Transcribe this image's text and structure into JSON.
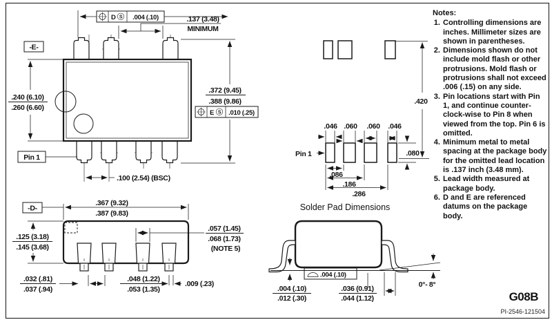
{
  "footer": {
    "package_code": "G08B",
    "doc_number": "PI-2546-121504"
  },
  "colors": {
    "line": "#1a1a1a",
    "background": "#ffffff"
  },
  "top_view": {
    "datum_e_label": "-E-",
    "pin1_label": "Pin 1",
    "fcf_d": {
      "datum": "D",
      "modifier": "S",
      "tolerance": ".004 (.10)"
    },
    "fcf_e": {
      "datum": "E",
      "modifier": "S",
      "tolerance": ".010 (.25)"
    },
    "dim_min_gap": {
      "value": ".137 (3.48)",
      "qualifier": "MINIMUM"
    },
    "dim_body_height": {
      "min": ".240 (6.10)",
      "max": ".260 (6.60)"
    },
    "dim_overall_width": {
      "min": ".372 (9.45)",
      "max": ".388 (9.86)"
    },
    "dim_lead_pitch": ".100 (2.54) (BSC)"
  },
  "side_view": {
    "datum_d_label": "-D-",
    "dim_body_length": {
      "min": ".367 (9.32)",
      "max": ".387 (9.83)"
    },
    "dim_body_height": {
      "min": ".125 (3.18)",
      "max": ".145 (3.68)"
    },
    "dim_lead_width": {
      "min": ".057 (1.45)",
      "max": ".068 (1.73)",
      "note": "(NOTE 5)"
    },
    "dim_foot_width": {
      "min": ".032 (.81)",
      "max": ".037 (.94)"
    },
    "dim_lead_gap": {
      "min": ".048 (1.22)",
      "max": ".053 (1.35)"
    },
    "dim_lead_thickness": ".009 (.23)"
  },
  "solder_pad_view": {
    "title": "Solder Pad Dimensions",
    "pin1_label": "Pin 1",
    "pad_widths": [
      ".046",
      ".060",
      ".060",
      ".046"
    ],
    "dim_pattern_height": ".420",
    "dim_pad_height": ".080",
    "spacings": [
      ".086",
      ".186",
      ".286"
    ]
  },
  "end_view": {
    "flatness_tolerance": ".004 (.10)",
    "dim_standoff": {
      "min": ".004 (.10)",
      "max": ".012 (.30)"
    },
    "dim_foot_length": {
      "min": ".036 (0.91)",
      "max": ".044 (1.12)"
    },
    "angle": "0°- 8°"
  },
  "notes": {
    "title": "Notes:",
    "items": [
      "Controlling dimensions are inches. Millimeter sizes are shown in parentheses.",
      "Dimensions shown do not include mold flash or other protrusions. Mold flash or protrusions shall not exceed .006 (.15) on any side.",
      "Pin locations start with Pin 1, and continue counter-clock-wise to Pin 8 when viewed from the top. Pin 6 is omitted.",
      "Minimum metal to metal spacing at the package body for the omitted lead location is .137 inch (3.48 mm).",
      "Lead width measured at package body.",
      "D and E are referenced datums on the package body."
    ]
  }
}
